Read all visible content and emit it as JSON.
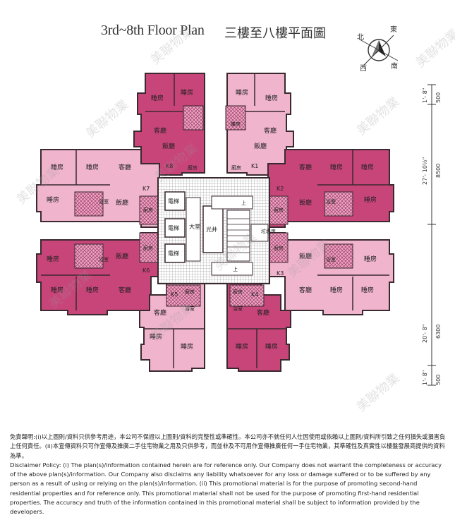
{
  "title": {
    "en": "3rd~8th Floor Plan",
    "zh": "三樓至八樓平面圖"
  },
  "compass": {
    "north": "北",
    "east": "東",
    "south": "南",
    "west": "西"
  },
  "rooms": {
    "bedroom": "睡房",
    "living": "客廳",
    "dining": "飯廳",
    "kitchen": "廚房",
    "bath": "浴室",
    "maid": "傭房",
    "lift": "電梯",
    "lobby": "大堂",
    "lightwell": "光井",
    "refuse": "垃圾房",
    "up": "上"
  },
  "flats": [
    "K1",
    "K2",
    "K3",
    "K4",
    "K5",
    "K6",
    "K7",
    "K8"
  ],
  "dimensions": [
    "1'- 8\"",
    "500",
    "27'- 10½\"",
    "8500",
    "20'- 8\"",
    "6300",
    "1'- 8\"",
    "500"
  ],
  "watermark": "美聯物業",
  "disclaimer": {
    "zh": "免責聲明:(i)以上圖則/資料只供參考用途，本公司不保證以上圖則/資料的完整性或準確性。本公司亦不就任何人仕因使用或依賴以上圖則/資料所引致之任何損失或損害負上任何責任。(ii)本宣傳資料只可作宣傳及推廣二手住宅物業之用及只供參考，而並非及不可用作宣傳推廣任何一手住宅物業，其準確性及真實性以樓盤發展商提供的資料為準。",
    "en": "Disclaimer Policy: (i) The plan(s)/information contained herein are for reference only. Our Company does not warrant the completeness or accuracy of the above plan(s)/information. Our Company also disclaims any liability whatsoever for any loss or damage suffered or to be suffered by any person as a result of using or relying on the plan(s)/information. (ii) This promotional material is for the purpose of promoting second-hand residential properties and for reference only. This promotional material shall not be used for the purpose of promoting first-hand residential properties. The accuracy and truth of the information contained in this promotional material shall be subject to information provided by the developers."
  },
  "colors": {
    "dark": "#c8457a",
    "light": "#f0b4cd",
    "core": "#ffffff",
    "wall": "#3a2a30"
  }
}
